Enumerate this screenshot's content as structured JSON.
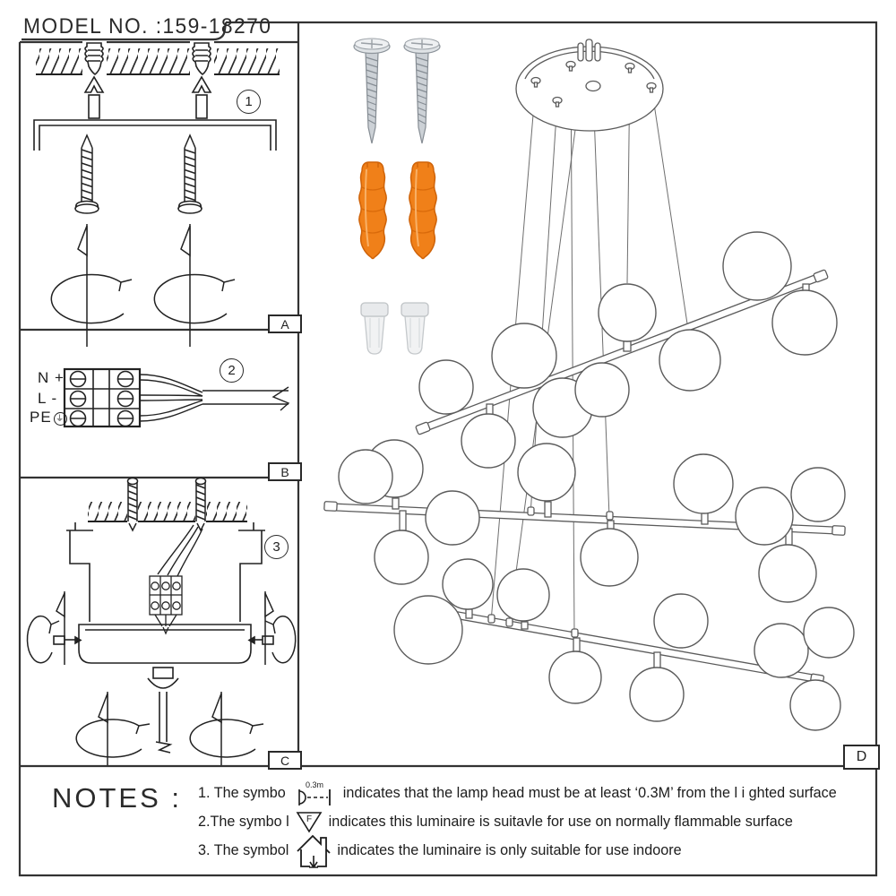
{
  "header": {
    "model_label": "MODEL NO. :159-18270"
  },
  "panel_labels": {
    "a": "A",
    "b": "B",
    "c": "C",
    "d": "D"
  },
  "steps": {
    "one": "1",
    "two": "2",
    "three": "3"
  },
  "wiring": {
    "neutral": "N +",
    "live": "L -",
    "earth": "PE",
    "earth_symbol": "⏚"
  },
  "hardware": {
    "anchor_color": "#F08019",
    "screw_color": "#CDD2D6",
    "connector_color": "#F1F2F3"
  },
  "notes": {
    "title": "NOTES :",
    "items": [
      {
        "number_prefix": "1. The symbo",
        "icon": "lamp-distance-icon",
        "icon_label": "0.3m",
        "text": "indicates that the lamp head must be at least ‘0.3M’ from the l i ghted surface"
      },
      {
        "number_prefix": "2.The symbo l",
        "icon": "flammable-triangle-icon",
        "icon_label": "F",
        "text": "indicates this luminaire is suitavle for use on normally flammable surface"
      },
      {
        "number_prefix": "3. The symbol",
        "icon": "indoor-house-icon",
        "icon_label": "",
        "text": "indicates the luminaire is only suitable for use indoore"
      }
    ]
  }
}
